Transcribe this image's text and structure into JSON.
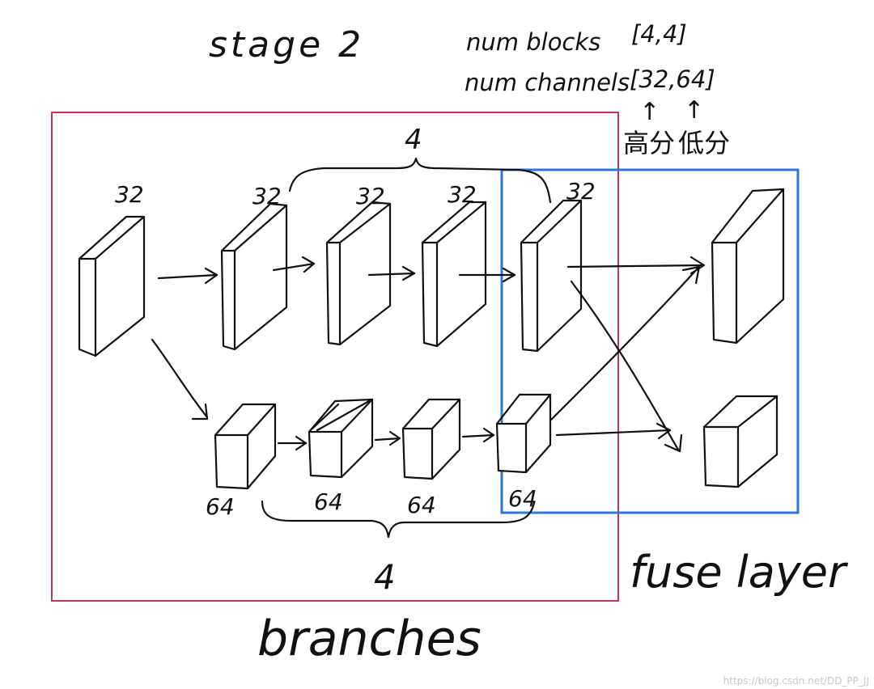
{
  "title": "stage 2",
  "config": {
    "num_blocks_label": "num blocks",
    "num_blocks_value": "[4,4]",
    "num_channels_label": "num channels",
    "num_channels_value": "[32,64]",
    "arrow_glyph": "↑",
    "high_res_label": "高分",
    "low_res_label": "低分"
  },
  "top_branch": {
    "block_count": "4",
    "channel_labels": [
      "32",
      "32",
      "32",
      "32",
      "32"
    ]
  },
  "bottom_branch": {
    "block_count": "4",
    "channel_labels": [
      "64",
      "64",
      "64",
      "64"
    ]
  },
  "branches_label": "branches",
  "fuse_label": "fuse layer",
  "watermark": "https://blog.csdn.net/DD_PP_JJ",
  "colors": {
    "branches_box": "#c8325a",
    "fuse_box": "#2f76d6",
    "ink": "#111111",
    "watermark": "#c8c8c8"
  }
}
